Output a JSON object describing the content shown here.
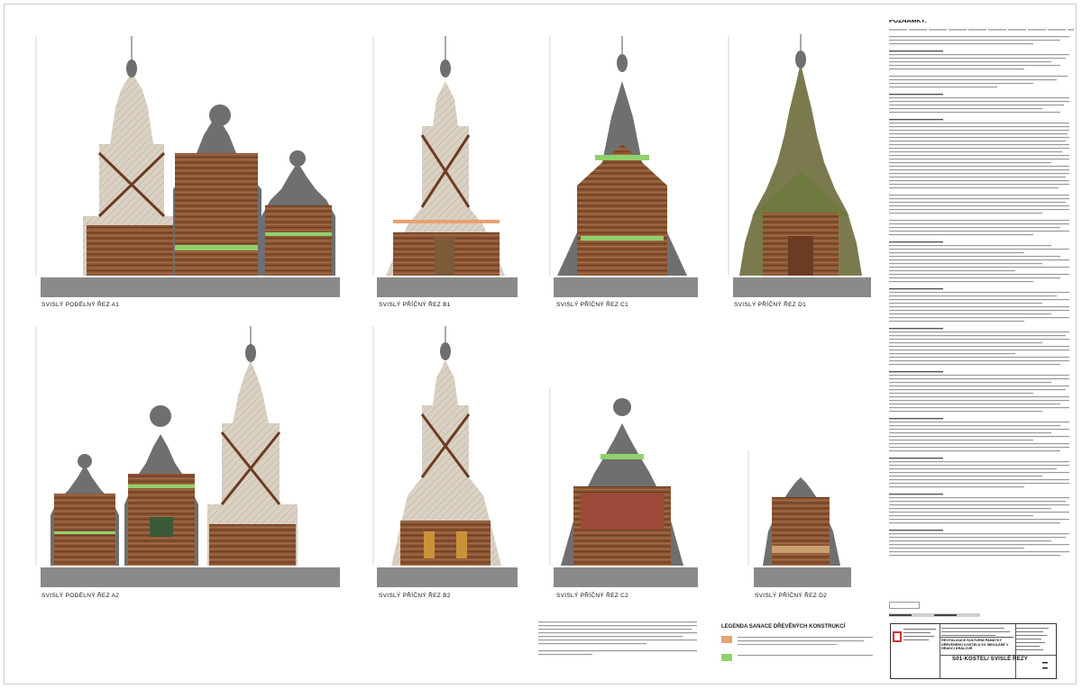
{
  "sheet": {
    "section_labels": {
      "a1": "SVISLÝ PODÉLNÝ ŘEZ A1",
      "b1": "SVISLÝ PŘÍČNÝ ŘEZ B1",
      "c1": "SVISLÝ PŘÍČNÝ ŘEZ C1",
      "d1": "SVISLÝ PŘÍČNÝ ŘEZ D1",
      "a2": "SVISLÝ PODÉLNÝ ŘEZ A2",
      "b2": "SVISLÝ PŘÍČNÝ ŘEZ B2",
      "c2": "SVISLÝ PŘÍČNÝ ŘEZ C2",
      "d2": "SVISLÝ PŘÍČNÝ ŘEZ D2"
    },
    "notes": {
      "heading": "POZNÁMKY:"
    },
    "legend": {
      "title": "LEGENDA SANACE DŘEVĚNÝCH KONSTRUKCÍ",
      "colors": {
        "orange": "#e8a273",
        "green": "#8fd16a"
      }
    },
    "title_block": {
      "project_title": "REVITALIZACE KULTURNÍ PAMÁTKY DŘEVĚNÉHO KOSTELA SV. MIKULÁŠE V HRADCI KRÁLOVÉ",
      "drawing_title": "S01-KOSTEL/ SVISLÉ ŘEZY"
    },
    "colors": {
      "ground": "#8a8a8a",
      "roof": "#6f6f6f",
      "wood_dark": "#6b3c22",
      "wood_mid": "#8b5533",
      "wood_light": "#a6704a",
      "plaster": "#d9d1c4",
      "orange_mark": "#e8a273",
      "green_mark": "#8fd16a"
    }
  }
}
